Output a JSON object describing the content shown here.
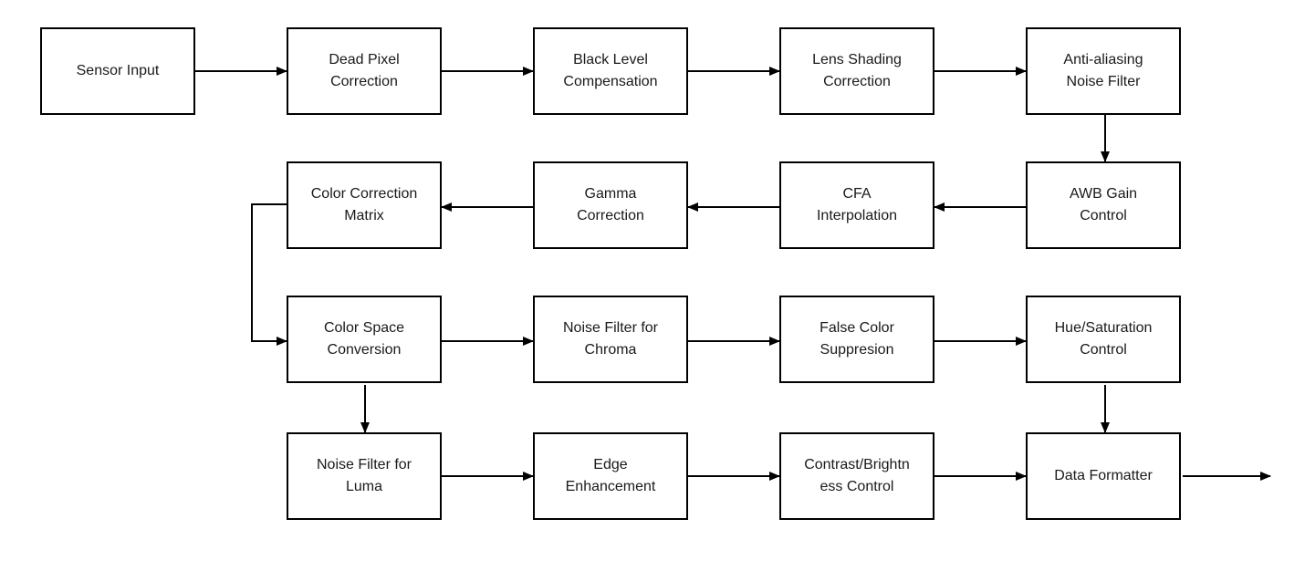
{
  "blocks": {
    "sensor_input": [
      "Sensor Input"
    ],
    "dead_pixel": [
      "Dead Pixel",
      "Correction"
    ],
    "black_level": [
      "Black Level",
      "Compensation"
    ],
    "lens_shading": [
      "Lens Shading",
      "Correction"
    ],
    "anti_aliasing": [
      "Anti-aliasing",
      "Noise Filter"
    ],
    "awb_gain": [
      "AWB Gain",
      "Control"
    ],
    "cfa_interp": [
      "CFA",
      "Interpolation"
    ],
    "gamma": [
      "Gamma",
      "Correction"
    ],
    "ccm": [
      "Color Correction",
      "Matrix"
    ],
    "csc": [
      "Color Space",
      "Conversion"
    ],
    "nf_chroma": [
      "Noise Filter for",
      "Chroma"
    ],
    "false_color": [
      "False Color",
      "Suppresion"
    ],
    "hue_sat": [
      "Hue/Saturation",
      "Control"
    ],
    "nf_luma": [
      "Noise Filter for",
      "Luma"
    ],
    "edge": [
      "Edge",
      "Enhancement"
    ],
    "contrast": [
      "Contrast/Brightn",
      "ess Control"
    ],
    "data_formatter": [
      "Data Formatter"
    ]
  }
}
